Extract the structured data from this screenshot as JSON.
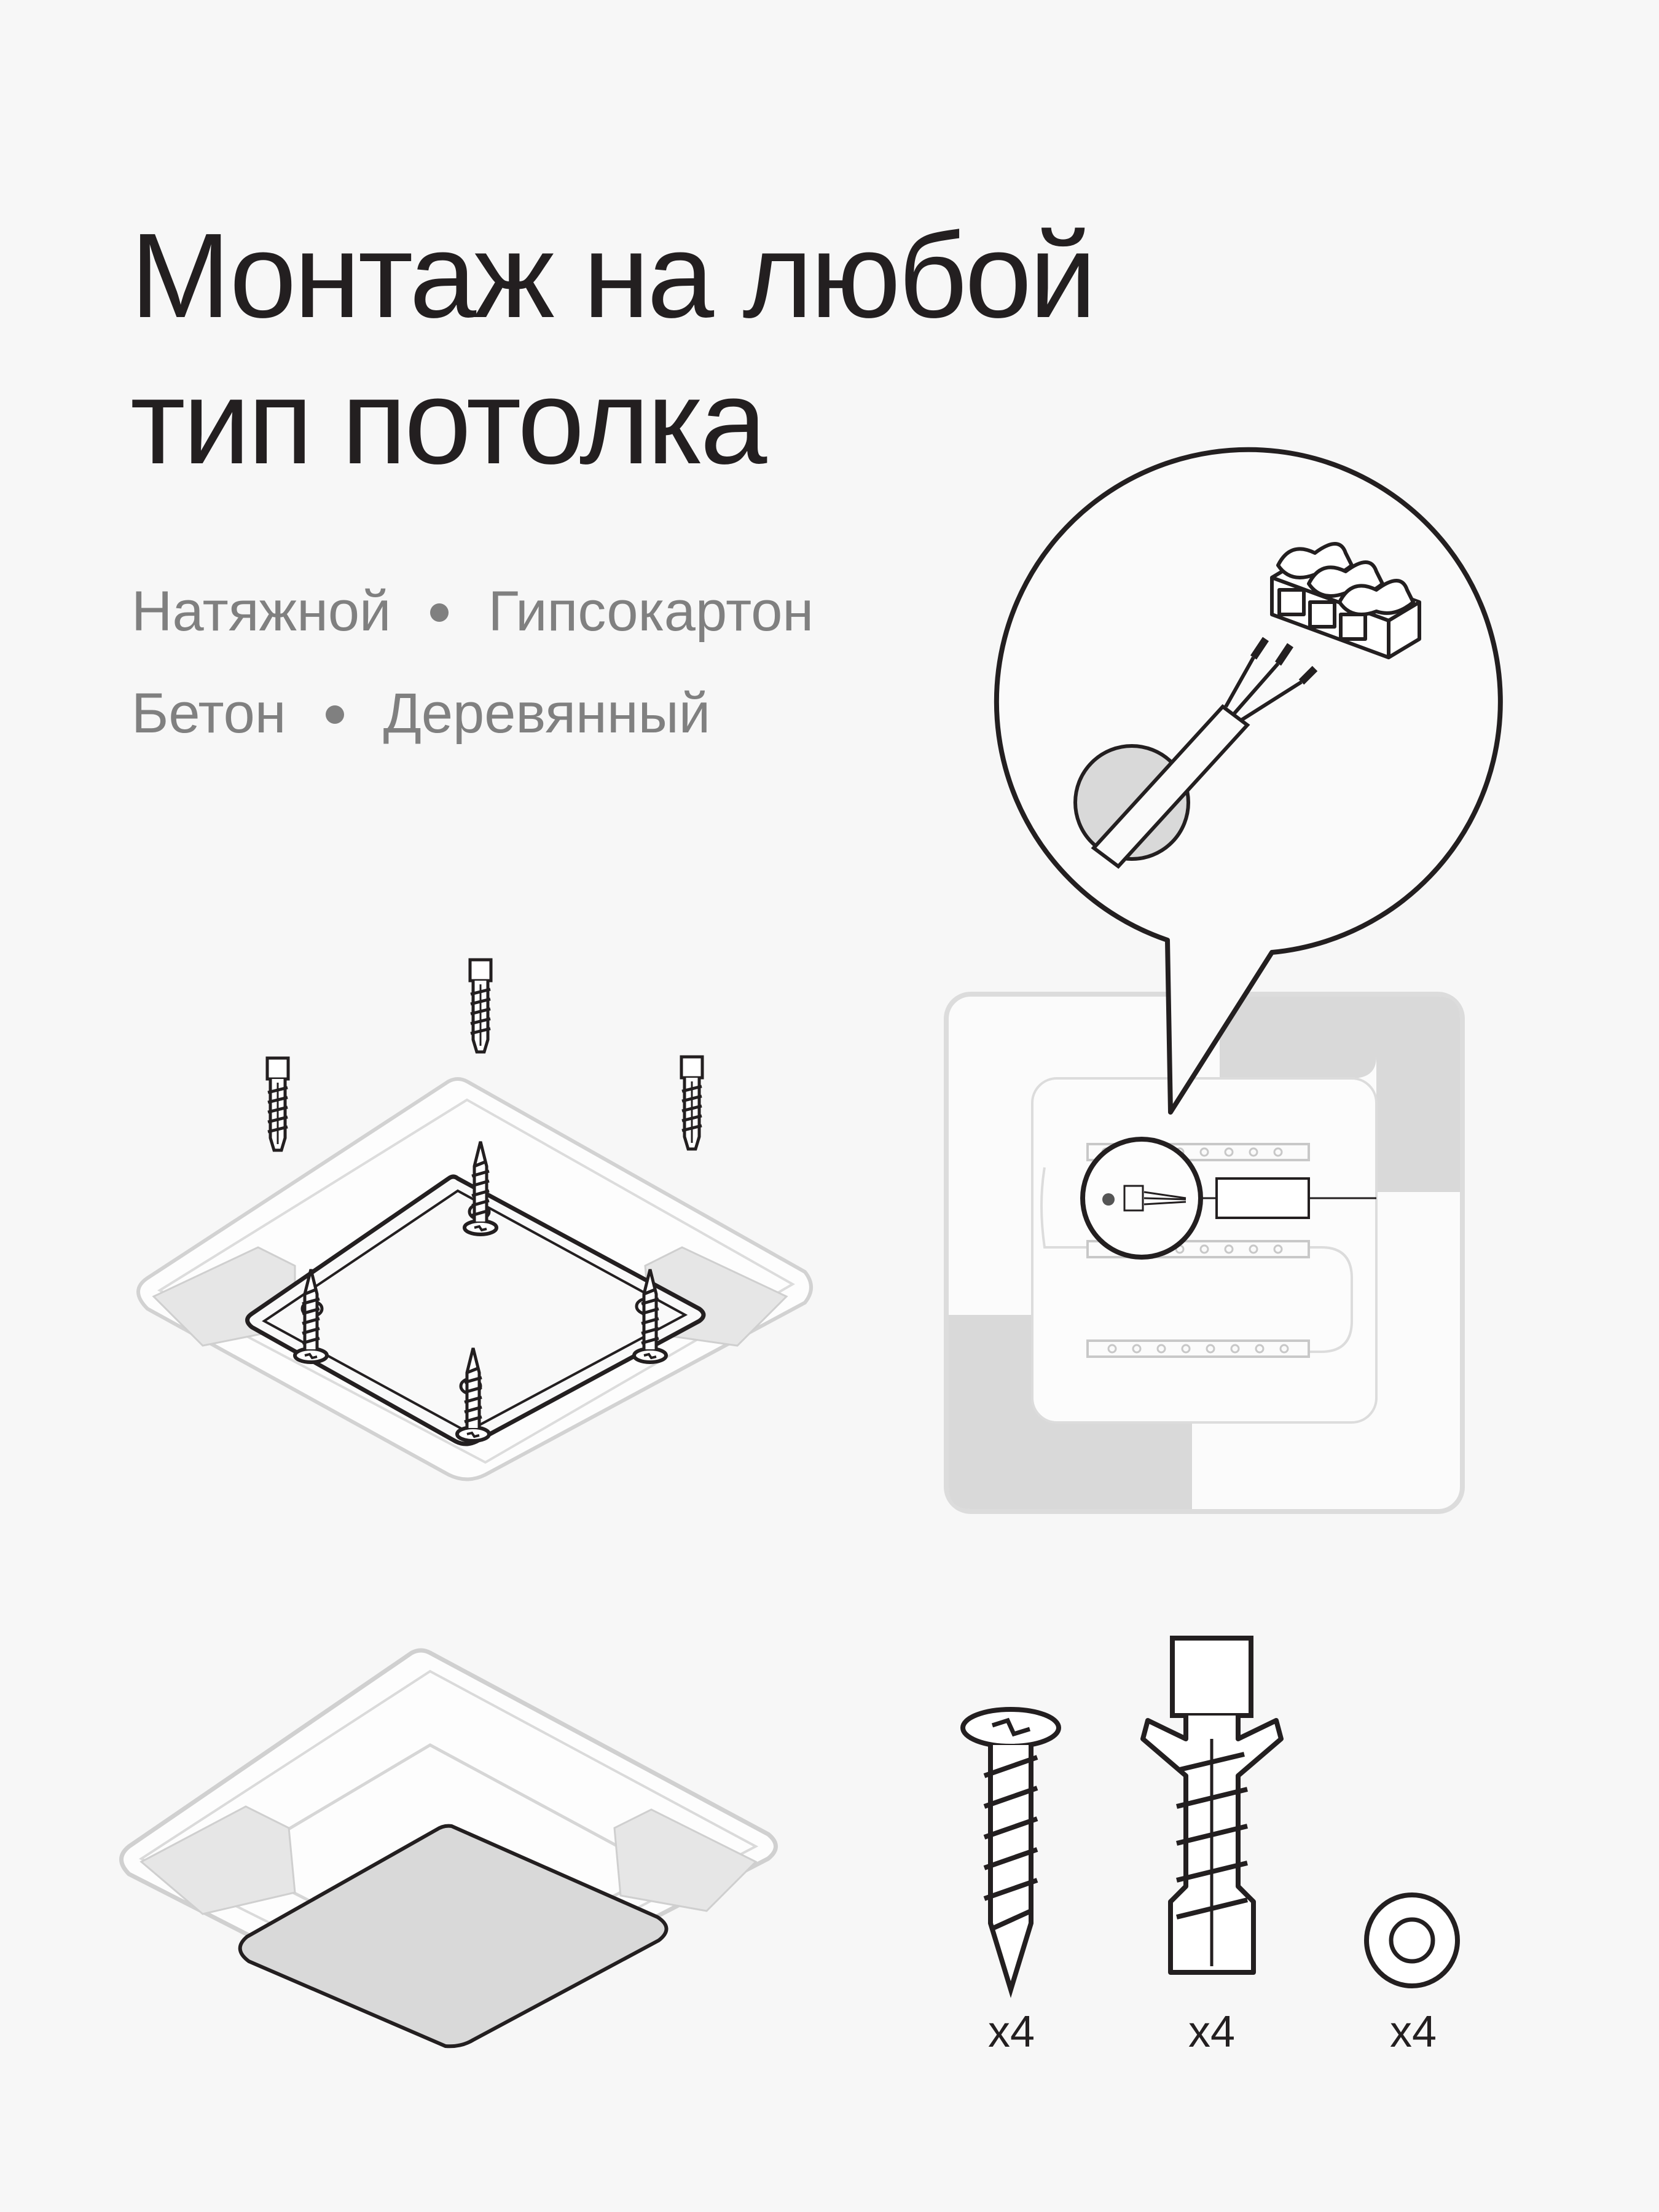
{
  "title": {
    "line1": "Монтаж на любой",
    "line2": "тип потолка"
  },
  "ceiling_types": {
    "row1": [
      "Натяжной",
      "Гипсокартон"
    ],
    "row2": [
      "Бетон",
      "Деревянный"
    ]
  },
  "hardware": {
    "screw_qty": "x4",
    "anchor_qty": "x4",
    "washer_qty": "x4"
  },
  "colors": {
    "ink": "#231f20",
    "subtitle_gray": "#808080",
    "fill_gray": "#d9d9d9",
    "background": "#f7f7f7"
  }
}
